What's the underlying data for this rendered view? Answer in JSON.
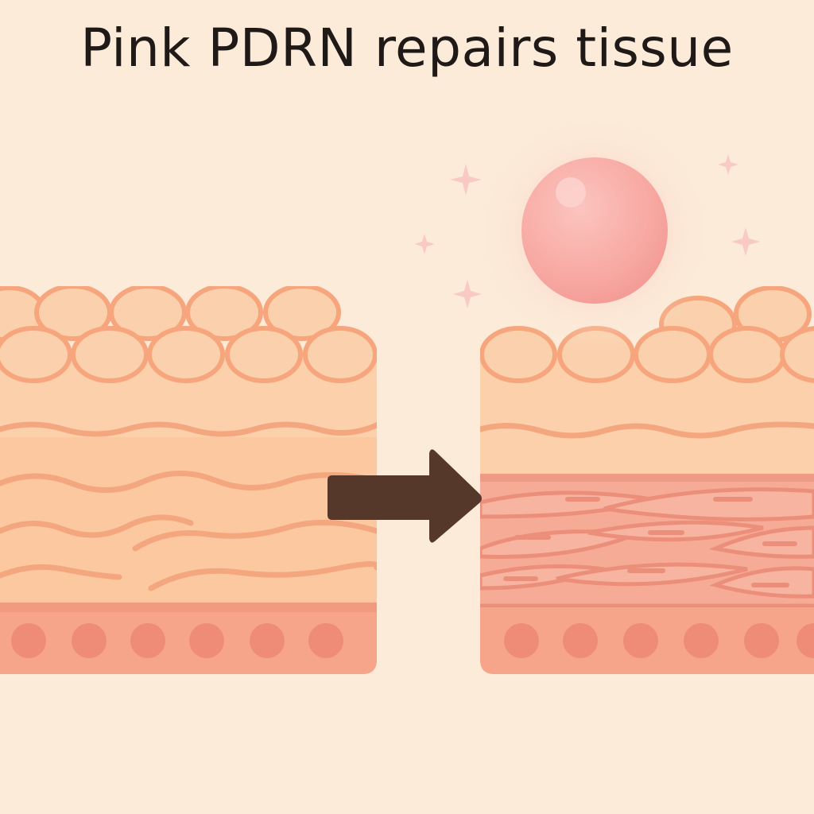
{
  "title": "Pink PDRN repairs tissue",
  "colors": {
    "background": "#fcebd9",
    "cell_fill": "#fbd1ad",
    "cell_outline": "#f6a57c",
    "layer_fill": "#fcc8a0",
    "wave_line": "#f4a67e",
    "basal_fill": "#f6a48a",
    "basal_dot": "#ee8c78",
    "repaired_fiber_fill": "#f6ab96",
    "repaired_fiber_line": "#ec8f7a",
    "arrow": "#55382a",
    "sphere": "#f8a8a2",
    "sparkle": "#f9c9c4"
  },
  "panels": [
    {
      "name": "damaged-tissue"
    },
    {
      "name": "repaired-tissue"
    }
  ],
  "icons": {
    "arrow": "right-arrow-icon",
    "sphere": "pdrn-sphere-icon",
    "sparkle": "sparkle-icon"
  }
}
